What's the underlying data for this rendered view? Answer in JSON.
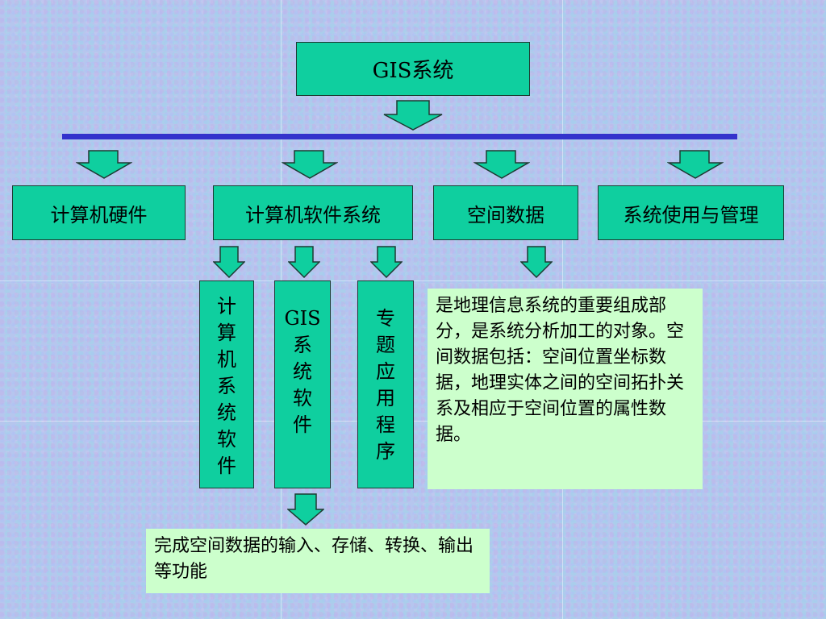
{
  "root": {
    "label": "GIS系统"
  },
  "level1": [
    {
      "key": "hardware",
      "label": "计算机硬件"
    },
    {
      "key": "software",
      "label": "计算机软件系统"
    },
    {
      "key": "spatial",
      "label": "空间数据"
    },
    {
      "key": "management",
      "label": "系统使用与管理"
    }
  ],
  "software_children": [
    {
      "key": "computer-system-software",
      "chars": [
        "计",
        "算",
        "机",
        "系",
        "统",
        "软",
        "件"
      ]
    },
    {
      "key": "gis-system-software",
      "chars": [
        "GIS",
        "系",
        "统",
        "软",
        "件"
      ]
    },
    {
      "key": "application-program",
      "chars": [
        "专",
        "题",
        "应",
        "用",
        "程",
        "序"
      ]
    }
  ],
  "spatial_note": "是地理信息系统的重要组成部分，是系统分析加工的对象。空间数据包括：空间位置坐标数据，地理实体之间的空间拓扑关系及相应于空间位置的属性数据。",
  "gis_software_note": "完成空间数据的输入、存储、转换、输出等功能",
  "colors": {
    "box_fill": "#0fcf9f",
    "note_fill": "#ccffcc",
    "bar": "#3333cc",
    "background": "#b6c6ee"
  }
}
